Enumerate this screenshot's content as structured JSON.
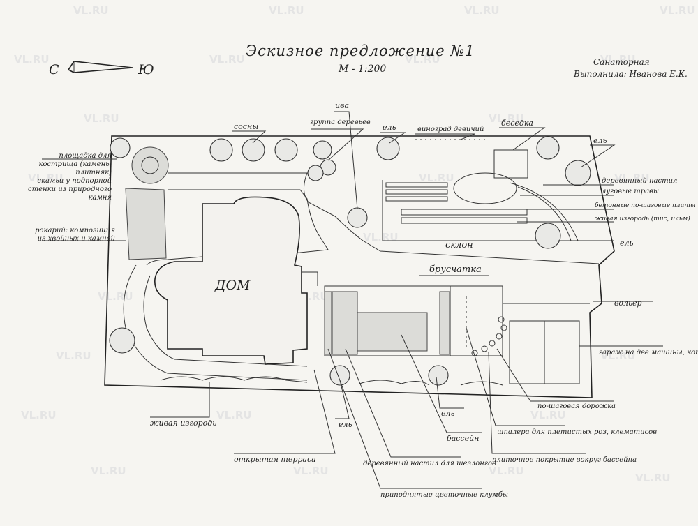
{
  "header": {
    "title": "Эскизное предложение №1",
    "scale": "М - 1:200",
    "client": "Санаторная",
    "author": "Выполнила: Иванова Е.К."
  },
  "compass": {
    "north": "С",
    "south": "Ю"
  },
  "watermark": "VL.RU",
  "plan": {
    "house": "ДОМ",
    "labels": {
      "iva": "ива",
      "group_trees": "группа деревьев",
      "sosny": "сосны",
      "el_top": "ель",
      "vinograd": "виноград девичий",
      "besedka": "беседка",
      "el_right": "ель",
      "ploschadka": "площадка для кострища (камень-плитняк)",
      "skamy": "скамьи у подпорной стенки из природного камня",
      "rokariy": "рокарий: композиция из хвойных и камней",
      "derev_nastil": "деревянный настил",
      "lugovye": "луговые травы",
      "betonnye": "бетонные по-шаговые плиты",
      "zhivaya_right": "живая изгородь (тис, ильм)",
      "el_right2": "ель",
      "sklon": "склон",
      "bruschatka": "брусчатка",
      "volyer": "вольер",
      "garazh": "гараж на две машины, котельная",
      "po_shagovaya": "по-шаговая дорожка",
      "shpalera": "шпалера для плетистых роз, клематисов",
      "plitochnoe": "плиточное покрытие вокруг бассейна",
      "basseyn": "бассейн",
      "el_bottom": "ель",
      "el_bottom2": "ель",
      "nastil_shezlong": "деревянный настил для шезлонгов",
      "pripodnyatye": "приподнятые цветочные клумбы",
      "otkrytaya": "открытая терраса",
      "zhivaya_bottom": "живая изгородь"
    }
  }
}
